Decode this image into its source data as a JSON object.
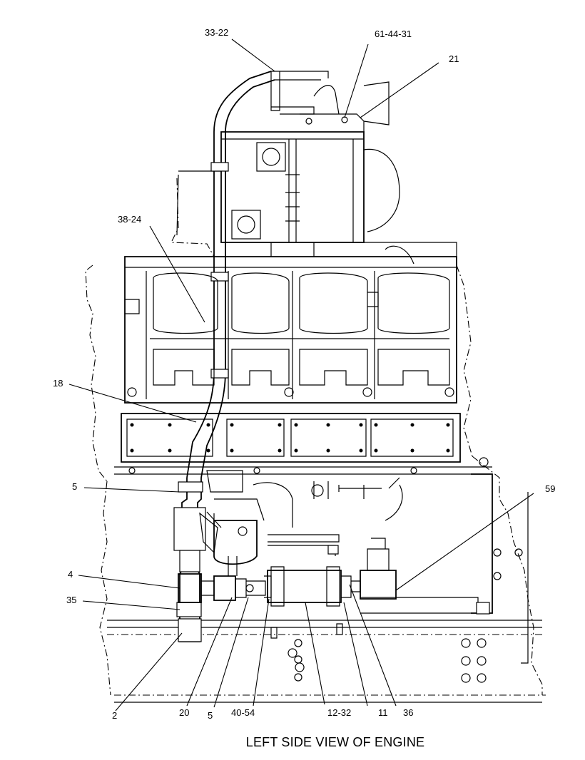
{
  "caption": "LEFT SIDE VIEW OF ENGINE",
  "callouts": [
    {
      "label": "33-22"
    },
    {
      "label": "61-44-31"
    },
    {
      "label": "21"
    },
    {
      "label": "38-24"
    },
    {
      "label": "18"
    },
    {
      "label": "5"
    },
    {
      "label": "59"
    },
    {
      "label": "4"
    },
    {
      "label": "35"
    },
    {
      "label": "2"
    },
    {
      "label": "20"
    },
    {
      "label": "5"
    },
    {
      "label": "40-54"
    },
    {
      "label": "12-32"
    },
    {
      "label": "11"
    },
    {
      "label": "36"
    }
  ]
}
